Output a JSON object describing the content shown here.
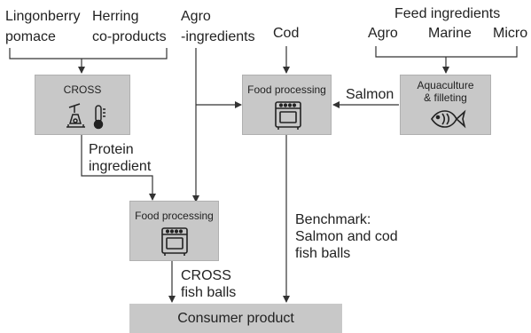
{
  "inputs": {
    "lingonberry": [
      "Lingonberry",
      "pomace"
    ],
    "herring": [
      "Herring",
      "co-products"
    ],
    "agro": [
      "Agro",
      "-ingredients"
    ],
    "cod": "Cod",
    "feed_title": "Feed ingredients",
    "feed_agro": "Agro",
    "feed_marine": "Marine",
    "feed_micro": "Micro"
  },
  "boxes": {
    "cross": "CROSS",
    "food_processing_top": "Food processing",
    "aquaculture": [
      "Aquaculture",
      "& filleting"
    ],
    "food_processing_bottom": "Food processing",
    "consumer": "Consumer product"
  },
  "labels": {
    "salmon": "Salmon",
    "protein": [
      "Protein",
      "ingredient"
    ],
    "benchmark": [
      "Benchmark:",
      "Salmon and cod",
      "fish balls"
    ],
    "cross_fish_balls": [
      "CROSS",
      "fish balls"
    ]
  },
  "icons": [
    "lab-flask-icon",
    "thermometer-icon",
    "stove-icon",
    "fish-icon"
  ]
}
